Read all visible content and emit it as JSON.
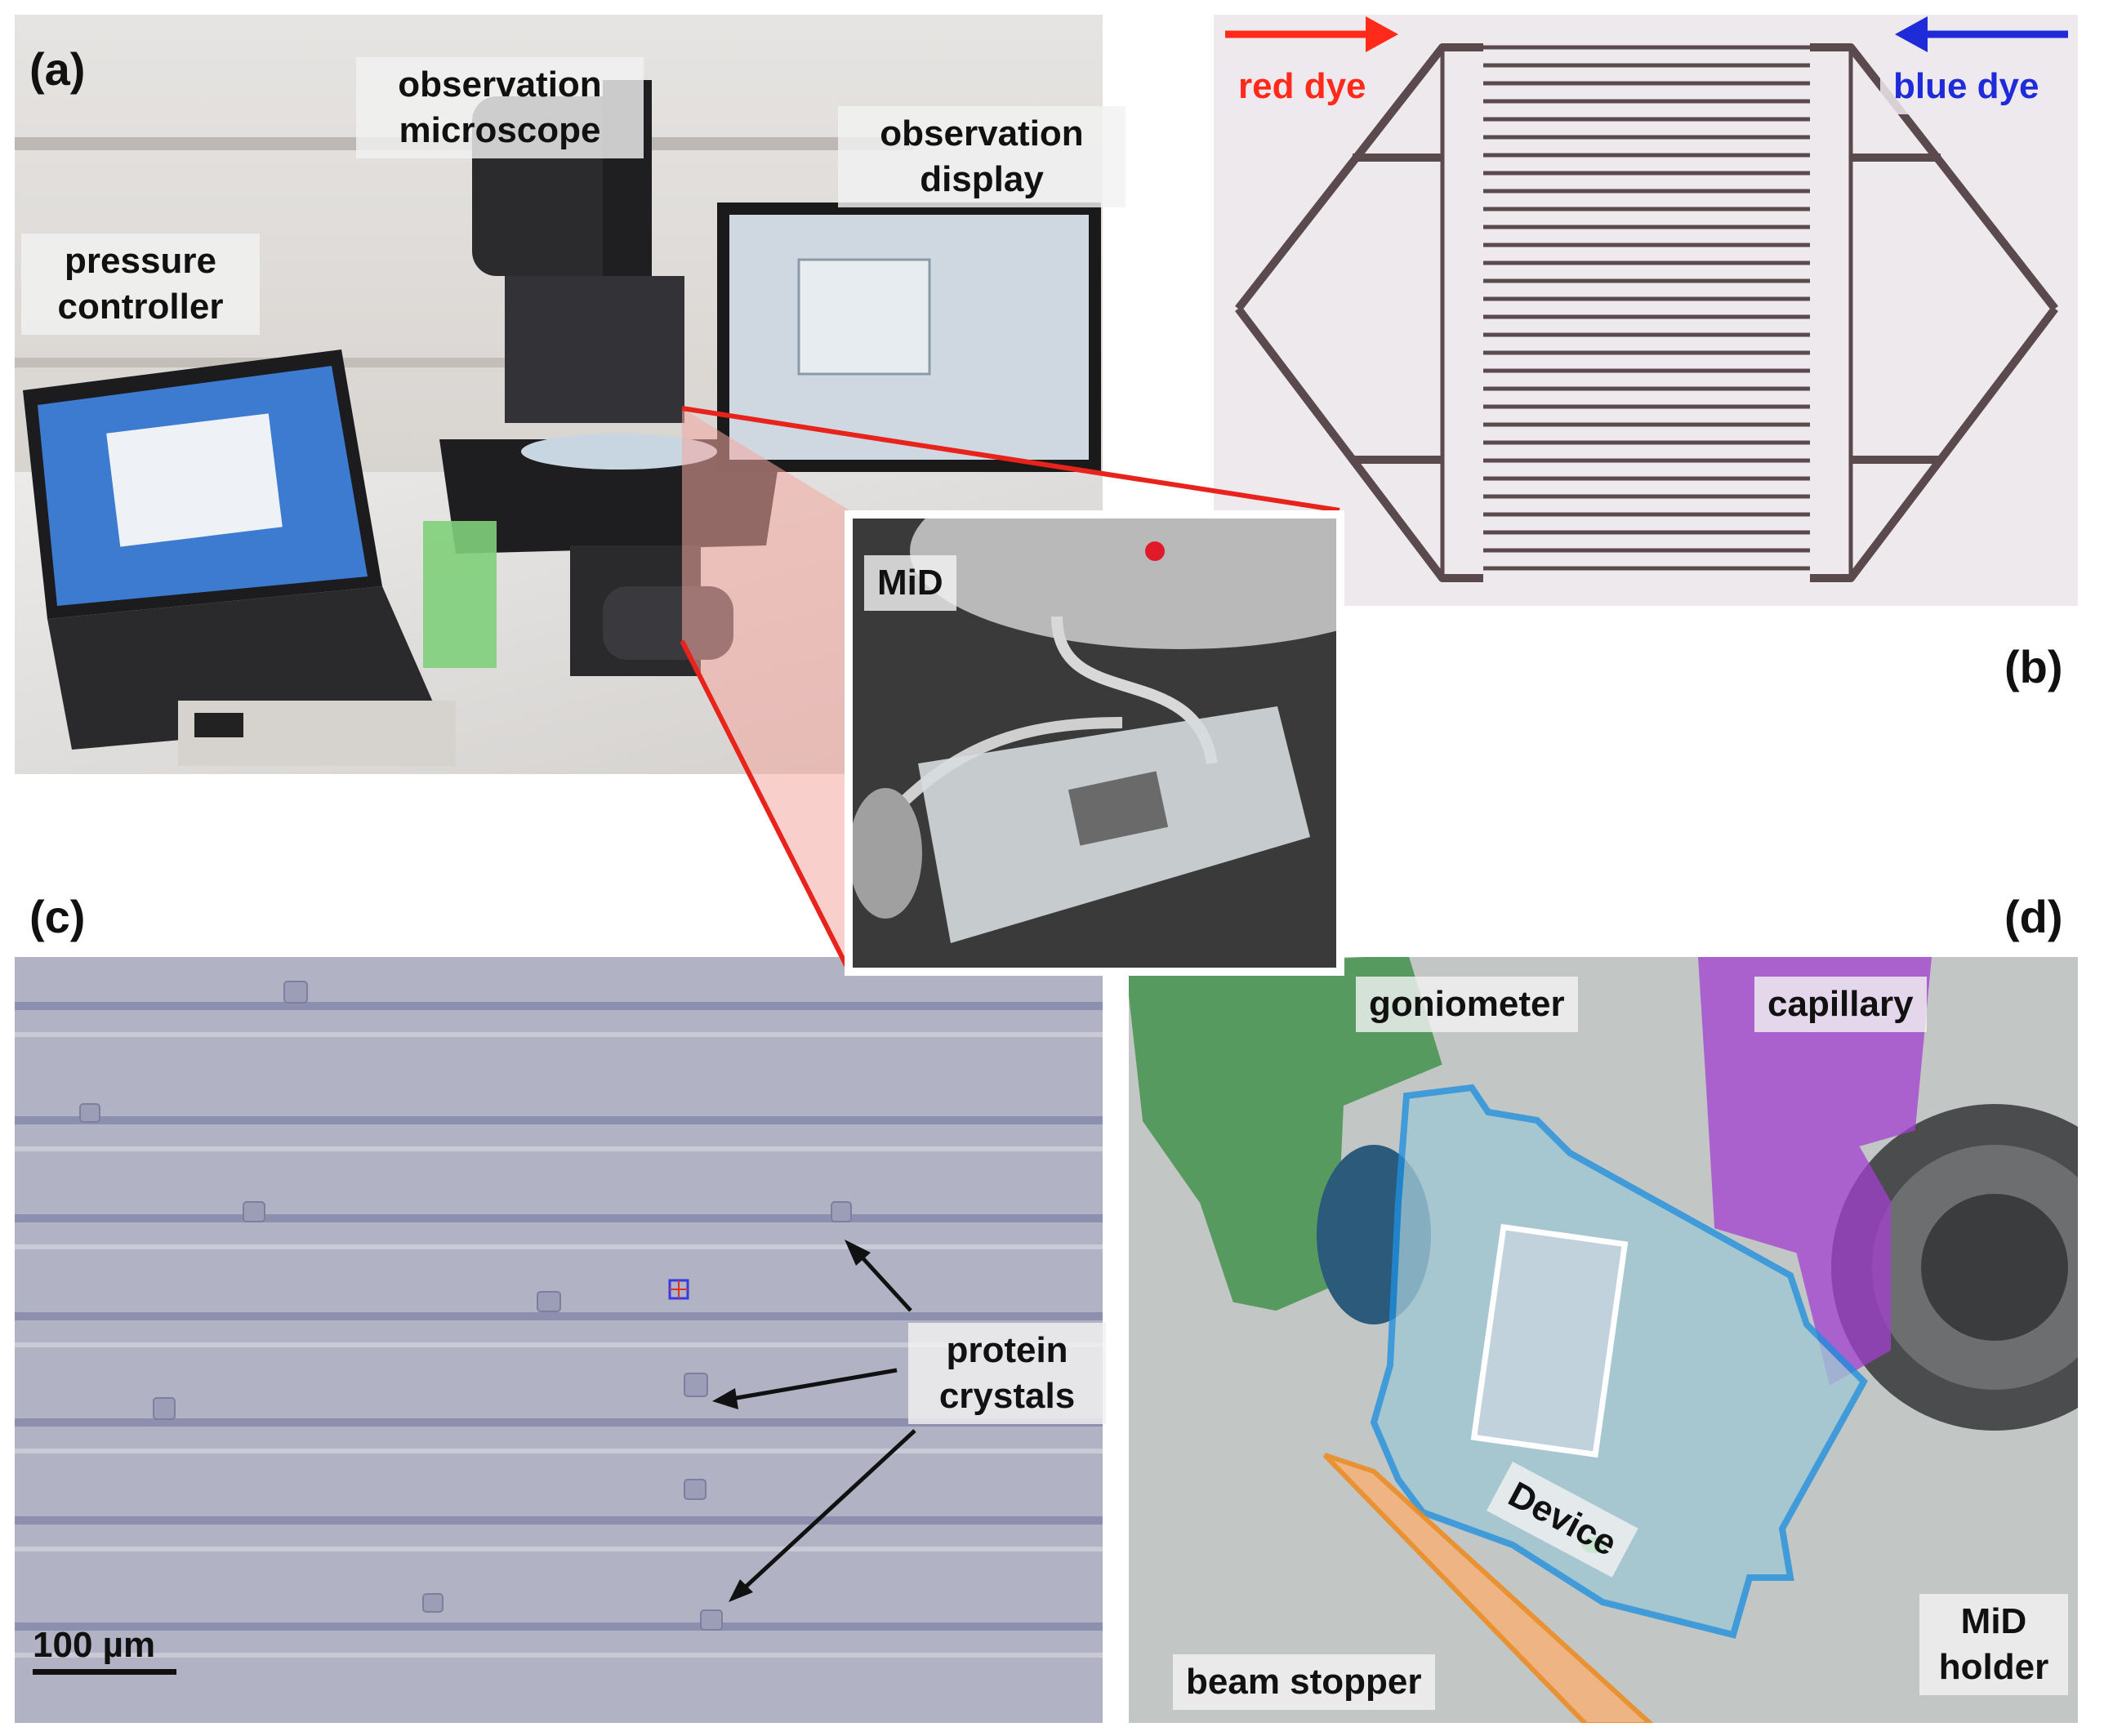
{
  "panel_a": {
    "label": "(a)",
    "tags": {
      "observation_microscope": "observation microscope",
      "observation_display": "observation display",
      "pressure_controller": "pressure controller",
      "inset": "MiD"
    }
  },
  "panel_b": {
    "label": "(b)",
    "red_dye": "red dye",
    "blue_dye": "blue dye",
    "colors": {
      "red": "#ff2a1a",
      "blue": "#1f2bd9",
      "channel": "#5a4a4e"
    }
  },
  "panel_c": {
    "label": "(c)",
    "protein_crystals": "protein crystals",
    "scale_bar": "100 µm"
  },
  "panel_d": {
    "label": "(d)",
    "goniometer": "goniometer",
    "capillary": "capillary",
    "device": "Device",
    "beam_stopper": "beam stopper",
    "mid_holder": "MiD holder",
    "colors": {
      "goniometer": "#2f8a3a",
      "capillary": "#a33fd0",
      "holder": "#1e8fe0",
      "beam_stopper": "#f08a1a"
    }
  }
}
